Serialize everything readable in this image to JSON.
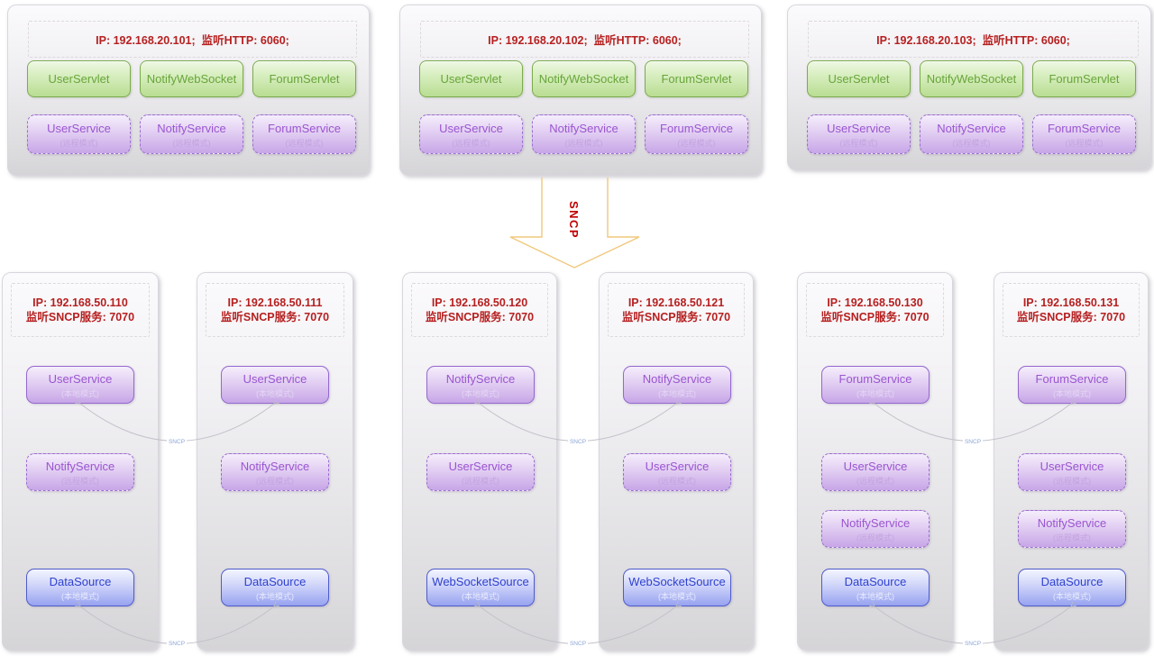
{
  "colors": {
    "header_red": "#b62020",
    "servlet_green": "#68a53a",
    "service_purple": "#9a55d0",
    "source_blue": "#2f41cf",
    "arrow_yellow": "#f0c87c",
    "link_gray": "#c1c1c9",
    "link_label_blue": "#8aa6d6"
  },
  "arrow_label": "SNCP",
  "connector_label": "SNCP",
  "top_servers": [
    {
      "header": "IP: 192.168.20.101;  监听HTTP: 6060;",
      "servlets": [
        "UserServlet",
        "NotifyWebSocket",
        "ForumServlet"
      ],
      "services": [
        {
          "name": "UserService",
          "mode": "(远程模式)"
        },
        {
          "name": "NotifyService",
          "mode": "(远程模式)"
        },
        {
          "name": "ForumService",
          "mode": "(远程模式)"
        }
      ]
    },
    {
      "header": "IP: 192.168.20.102;  监听HTTP: 6060;",
      "servlets": [
        "UserServlet",
        "NotifyWebSocket",
        "ForumServlet"
      ],
      "services": [
        {
          "name": "UserService",
          "mode": "(远程模式)"
        },
        {
          "name": "NotifyService",
          "mode": "(远程模式)"
        },
        {
          "name": "ForumService",
          "mode": "(远程模式)"
        }
      ]
    },
    {
      "header": "IP: 192.168.20.103;  监听HTTP: 6060;",
      "servlets": [
        "UserServlet",
        "NotifyWebSocket",
        "ForumServlet"
      ],
      "services": [
        {
          "name": "UserService",
          "mode": "(远程模式)"
        },
        {
          "name": "NotifyService",
          "mode": "(远程模式)"
        },
        {
          "name": "ForumService",
          "mode": "(远程模式)"
        }
      ]
    }
  ],
  "bottom_servers": [
    {
      "ip": "IP: 192.168.50.110",
      "listen": "监听SNCP服务: 7070",
      "services": [
        {
          "name": "UserService",
          "mode": "(本地模式)",
          "variant": "purple-solid"
        },
        {
          "name": "NotifyService",
          "mode": "(远程模式)",
          "variant": "purple-dashed"
        },
        {
          "name": "DataSource",
          "mode": "(本地模式)",
          "variant": "blue-solid"
        }
      ]
    },
    {
      "ip": "IP: 192.168.50.111",
      "listen": "监听SNCP服务: 7070",
      "services": [
        {
          "name": "UserService",
          "mode": "(本地模式)",
          "variant": "purple-solid"
        },
        {
          "name": "NotifyService",
          "mode": "(远程模式)",
          "variant": "purple-dashed"
        },
        {
          "name": "DataSource",
          "mode": "(本地模式)",
          "variant": "blue-solid"
        }
      ]
    },
    {
      "ip": "IP: 192.168.50.120",
      "listen": "监听SNCP服务: 7070",
      "services": [
        {
          "name": "NotifyService",
          "mode": "(本地模式)",
          "variant": "purple-solid"
        },
        {
          "name": "UserService",
          "mode": "(远程模式)",
          "variant": "purple-dashed"
        },
        {
          "name": "WebSocketSource",
          "mode": "(本地模式)",
          "variant": "blue-solid"
        }
      ]
    },
    {
      "ip": "IP: 192.168.50.121",
      "listen": "监听SNCP服务: 7070",
      "services": [
        {
          "name": "NotifyService",
          "mode": "(本地模式)",
          "variant": "purple-solid"
        },
        {
          "name": "UserService",
          "mode": "(远程模式)",
          "variant": "purple-dashed"
        },
        {
          "name": "WebSocketSource",
          "mode": "(本地模式)",
          "variant": "blue-solid"
        }
      ]
    },
    {
      "ip": "IP: 192.168.50.130",
      "listen": "监听SNCP服务: 7070",
      "services": [
        {
          "name": "ForumService",
          "mode": "(本地模式)",
          "variant": "purple-solid"
        },
        {
          "name": "UserService",
          "mode": "(远程模式)",
          "variant": "purple-dashed"
        },
        {
          "name": "NotifyService",
          "mode": "(远程模式)",
          "variant": "purple-dashed"
        },
        {
          "name": "DataSource",
          "mode": "(本地模式)",
          "variant": "blue-solid"
        }
      ]
    },
    {
      "ip": "IP: 192.168.50.131",
      "listen": "监听SNCP服务: 7070",
      "services": [
        {
          "name": "ForumService",
          "mode": "(本地模式)",
          "variant": "purple-solid"
        },
        {
          "name": "UserService",
          "mode": "(远程模式)",
          "variant": "purple-dashed"
        },
        {
          "name": "NotifyService",
          "mode": "(远程模式)",
          "variant": "purple-dashed"
        },
        {
          "name": "DataSource",
          "mode": "(本地模式)",
          "variant": "blue-solid"
        }
      ]
    }
  ]
}
